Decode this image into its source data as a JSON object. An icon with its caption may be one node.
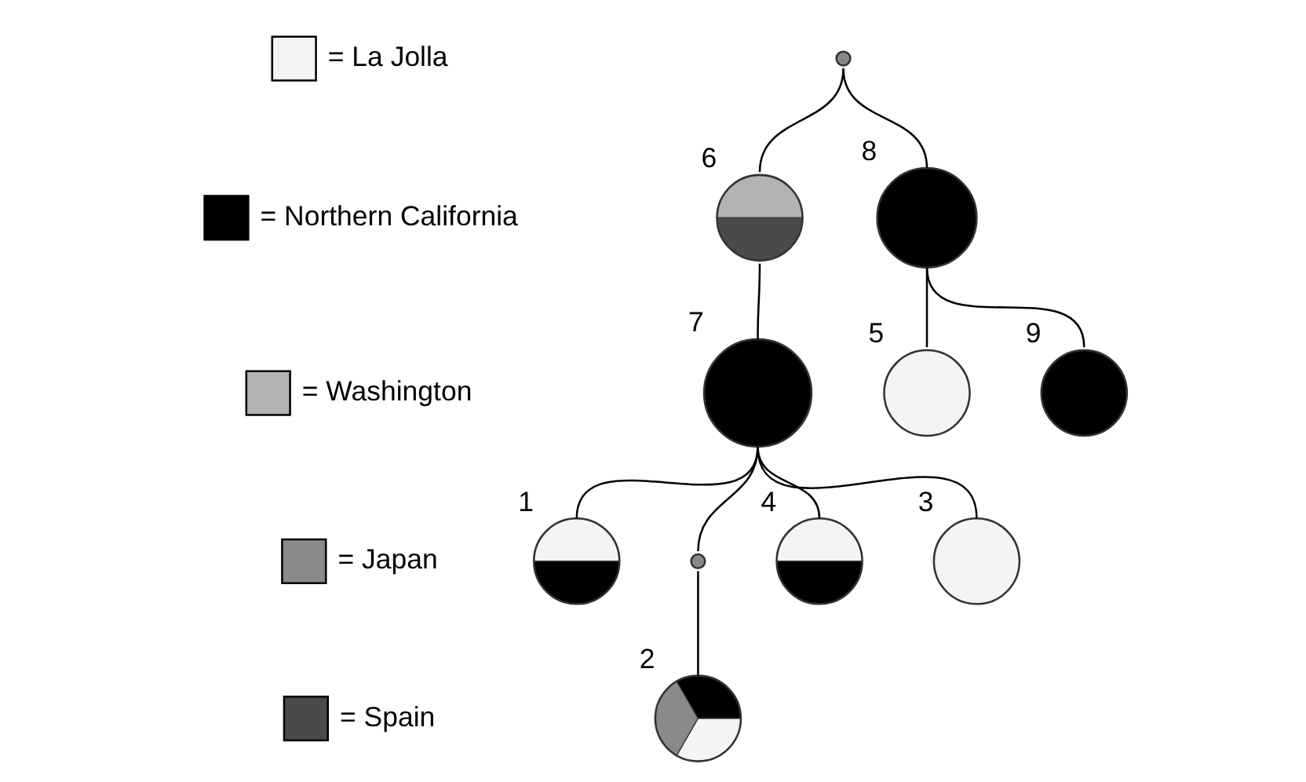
{
  "diagram": {
    "nodes": [
      {
        "text": [],
        "shape": "circle",
        "beside": [
          "6"
        ]
      },
      {
        "text": [],
        "shape": "circle",
        "beside": [
          "7"
        ]
      },
      {
        "text": [],
        "shape": "circle"
      },
      {
        "text": [],
        "shape": "circle",
        "beside": [
          "1"
        ]
      },
      {
        "text": [],
        "shape": "circle",
        "beside": [
          "8"
        ]
      },
      {
        "text": [],
        "shape": "circle"
      },
      {
        "text": [],
        "shape": "circle",
        "beside": [
          "5"
        ]
      },
      {
        "text": [],
        "shape": "circle",
        "beside": [
          "9"
        ]
      },
      {
        "text": [],
        "shape": "circle",
        "beside": [
          "4"
        ]
      },
      {
        "text": [],
        "shape": "circle",
        "beside": [
          "3"
        ]
      },
      {
        "text": [],
        "shape": "circle",
        "beside": [
          "2"
        ]
      }
    ],
    "edges": [
      {
        "from": 2,
        "to": 0,
        "arrow": "none"
      },
      {
        "from": 2,
        "to": 4,
        "arrow": "none"
      },
      {
        "from": 0,
        "to": 1,
        "arrow": "none"
      },
      {
        "from": 1,
        "to": 3,
        "arrow": "none"
      },
      {
        "from": 1,
        "to": 8,
        "arrow": "none"
      },
      {
        "from": 1,
        "to": 9,
        "arrow": "none"
      },
      {
        "from": 1,
        "to": 5,
        "arrow": "none"
      },
      {
        "from": 5,
        "to": 10,
        "arrow": "none"
      },
      {
        "from": 4,
        "to": 6,
        "arrow": "none"
      },
      {
        "from": 4,
        "to": 7,
        "arrow": "none"
      }
    ],
    "legend": [
      {
        "text": "= La Jolla"
      },
      {
        "text": "= Northern California",
        "color": "#000000"
      },
      {
        "text": "= Washington",
        "color": "#b3b3b3"
      },
      {
        "text": "= Japan"
      },
      {
        "text": "= Spain"
      }
    ]
  }
}
